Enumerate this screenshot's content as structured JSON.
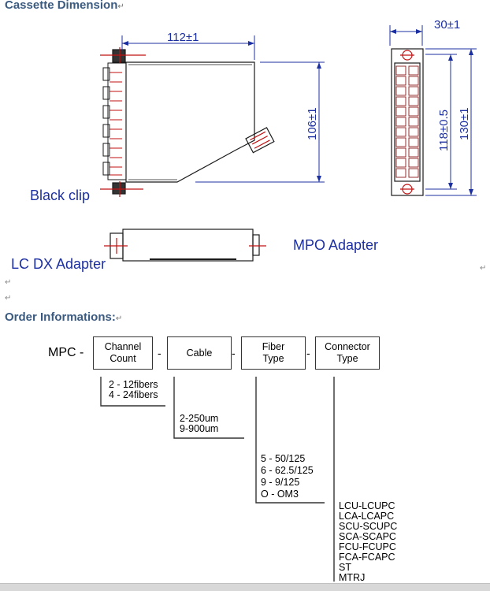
{
  "dimension_section": {
    "heading": "Cassette Dimension",
    "mark": "↵",
    "dim_width": "112±1",
    "dim_height": "106±1",
    "dim_depth": "30±1",
    "dim_inner_height": "118±0.5",
    "dim_total_height": "130±1",
    "label_black_clip": "Black clip",
    "label_mpo_adapter": "MPO Adapter",
    "label_lc_dx_adapter": "LC DX Adapter"
  },
  "order_section": {
    "heading": "Order Informations:",
    "mark": "↵",
    "prefix": "MPC -",
    "separator": "-",
    "boxes": [
      {
        "line1": "Channel",
        "line2": "Count"
      },
      {
        "line1": "Cable",
        "line2": ""
      },
      {
        "line1": "Fiber",
        "line2": "Type"
      },
      {
        "line1": "Connector",
        "line2": "Type"
      }
    ],
    "channel_options": [
      "2  - 12fibers",
      "4  - 24fibers"
    ],
    "cable_options": [
      "2-250um",
      "9-900um"
    ],
    "fiber_options": [
      "5 - 50/125",
      "6 - 62.5/125",
      "9 - 9/125",
      "O - OM3"
    ],
    "connector_options": [
      "LCU-LCUPC",
      "LCA-LCAPC",
      "SCU-SCUPC",
      "SCA-SCAPC",
      "FCU-FCUPC",
      "FCA-FCAPC",
      "ST",
      "MTRJ"
    ]
  },
  "paragraph_marks": [
    "↵",
    "↵",
    "↵"
  ]
}
